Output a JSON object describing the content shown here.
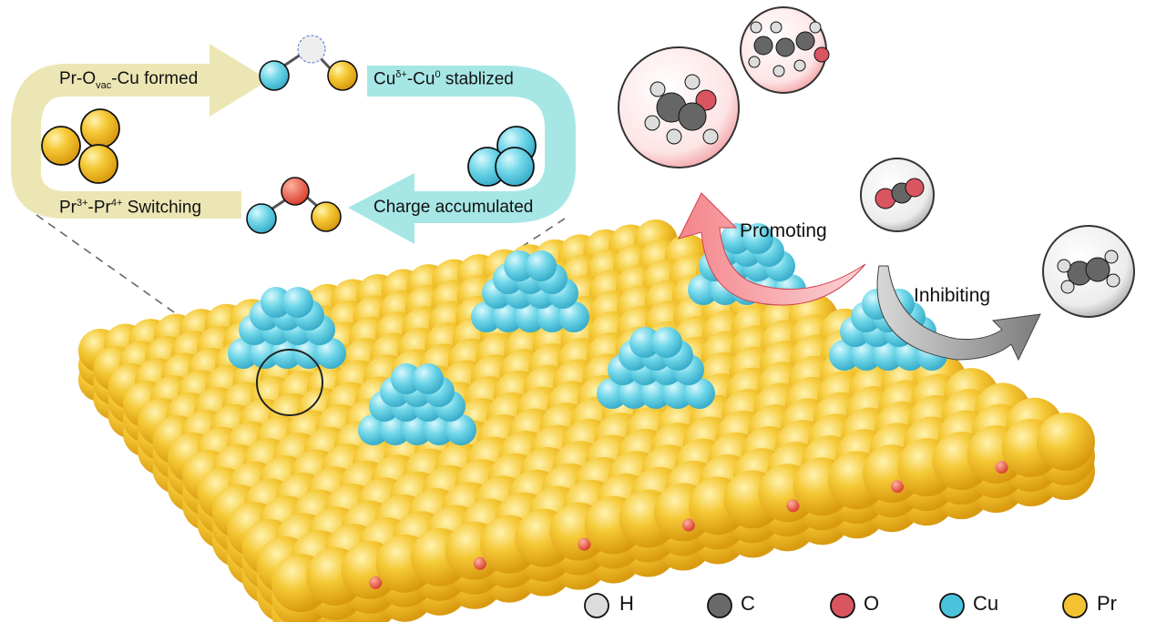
{
  "cycle": {
    "ovac_formed": {
      "pre": "Pr-O",
      "sub": "vac",
      "post": "-Cu formed"
    },
    "cu_stabilized": {
      "a": "Cu",
      "sup1": "δ+",
      "b": "-Cu",
      "sup2": "0",
      "c": " stablized"
    },
    "pr_switching": {
      "a": "Pr",
      "sup1": "3+",
      "b": "-Pr",
      "sup2": "4+",
      "c": " Switching"
    },
    "charge": "Charge accumulated"
  },
  "arrows": {
    "promoting": "Promoting",
    "inhibiting": "Inhibiting"
  },
  "legend": [
    {
      "label": "H",
      "color": "#dcdcdc"
    },
    {
      "label": "C",
      "color": "#6a6a6a"
    },
    {
      "label": "O",
      "color": "#d95560"
    },
    {
      "label": "Cu",
      "color": "#4cc3dc"
    },
    {
      "label": "Pr",
      "color": "#f2c232"
    }
  ],
  "colors": {
    "pr": "#f2c232",
    "cu": "#5fd0e3",
    "o": "#e0584a",
    "beige": "#ece6b4",
    "teal": "#a6e7e6",
    "pink": "#f07f86",
    "gray": "#9a9a9a"
  }
}
